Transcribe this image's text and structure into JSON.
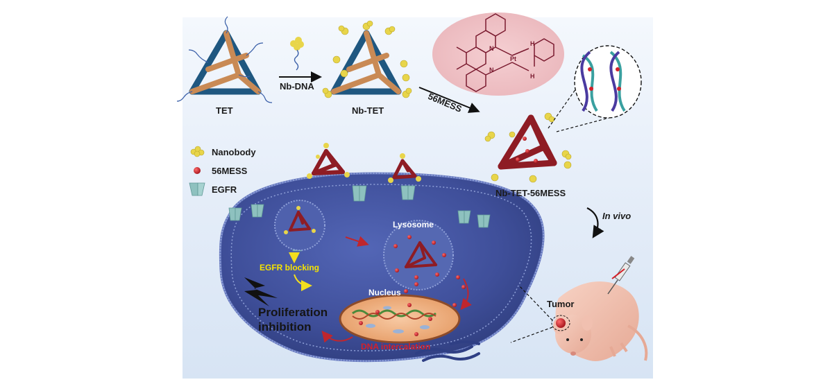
{
  "labels": {
    "tet": "TET",
    "nb_dna": "Nb-DNA",
    "nb_tet": "Nb-TET",
    "mess_arrow": "56MESS",
    "nb_tet_56mess": "Nb-TET-56MESS",
    "in_vivo": "In vivo",
    "tumor": "Tumor",
    "lysosome": "Lysosome",
    "nucleus": "Nucleus",
    "egfr_blocking": "EGFR blocking",
    "proliferation_inhibition": "Proliferation inhibition",
    "dna_intercalation": "DNA intercalation"
  },
  "legend": [
    {
      "label": "Nanobody"
    },
    {
      "label": "56MESS"
    },
    {
      "label": "EGFR"
    }
  ],
  "chemistry": {
    "n1": "N",
    "n2": "N",
    "pt": "Pt",
    "h2_top": "H",
    "h2_bottom": "H"
  },
  "colors": {
    "tet_blue": "#2a6f9e",
    "tet_orange": "#c98a55",
    "tet_red": "#a8242c",
    "nanobody": "#e8d54a",
    "drug_red": "#d4202a",
    "egfr": "#8ec1bf",
    "cell": "#5e70b8",
    "nucleus": "#f2b58a",
    "chem_bg": "#f0c4c8"
  }
}
